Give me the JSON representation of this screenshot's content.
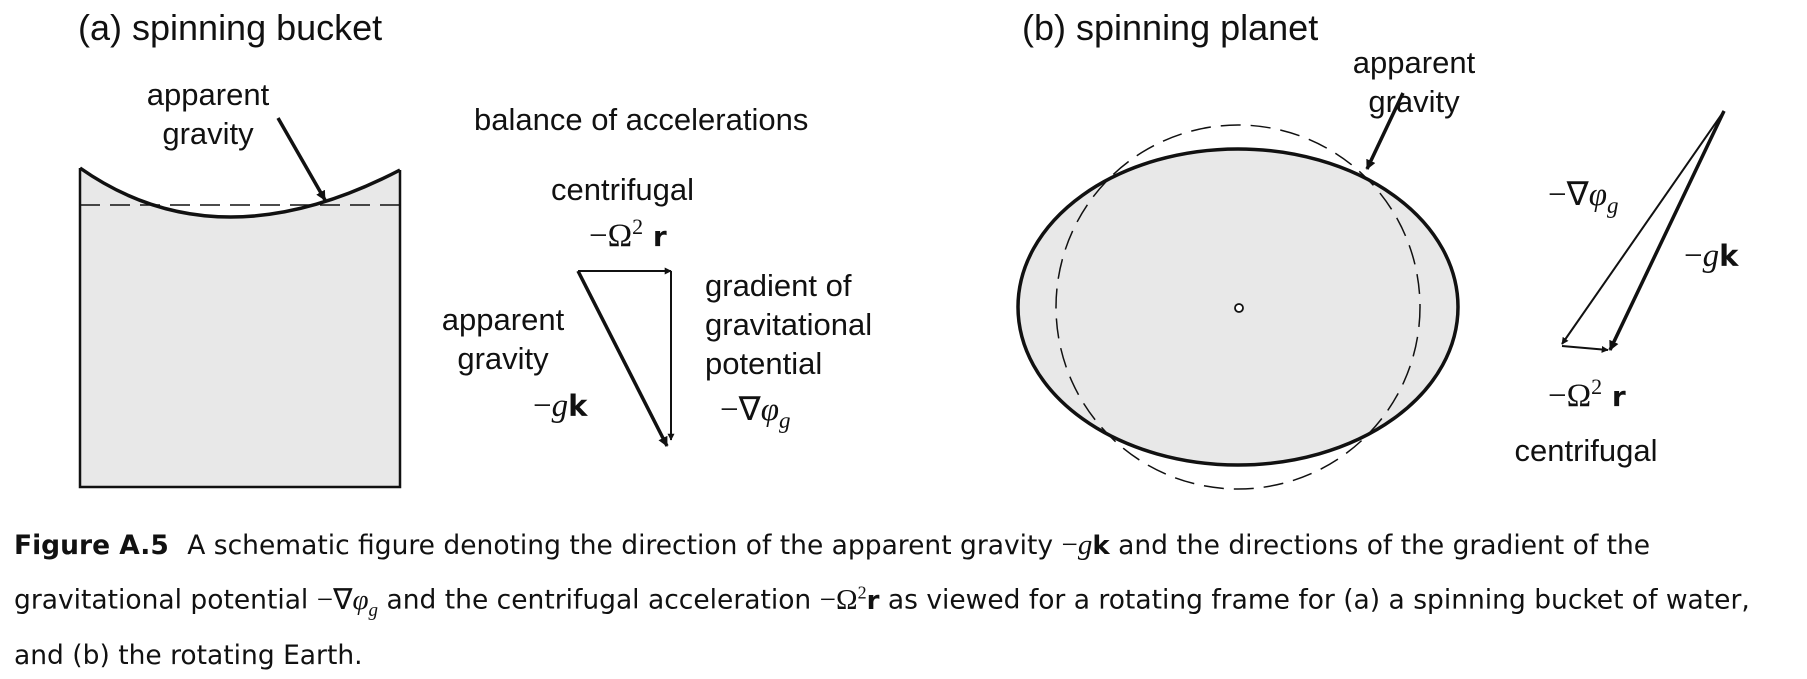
{
  "panel_a": {
    "title": "(a) spinning bucket",
    "apparent_gravity_line1": "apparent",
    "apparent_gravity_line2": "gravity"
  },
  "balance": {
    "title": "balance of accelerations",
    "centrifugal": "centrifugal",
    "centrifugal_symbol": "−Ω² r",
    "gradient_line1": "gradient of",
    "gradient_line2": "gravitational",
    "gradient_line3": "potential",
    "gradient_symbol": "−∇φg",
    "apparent_line1": "apparent",
    "apparent_line2": "gravity",
    "apparent_symbol": "−gk"
  },
  "panel_b": {
    "title": "(b) spinning planet",
    "apparent_gravity_line1": "apparent",
    "apparent_gravity_line2": "gravity",
    "gradient_symbol": "−∇φg",
    "apparent_symbol": "−gk",
    "centrifugal_symbol": "−Ω² r",
    "centrifugal": "centrifugal"
  },
  "caption": {
    "label": "Figure A.5",
    "part1": "A schematic figure denoting the direction of the apparent gravity",
    "part2": "and the directions of the gradient of the gravitational potential",
    "part3": "and the centrifugal acceleration",
    "part4": "as viewed for a rotating frame for (a) a spinning bucket of water, and (b) the rotating Earth."
  },
  "colors": {
    "fill": "#e8e8e8",
    "ink": "#111111"
  }
}
